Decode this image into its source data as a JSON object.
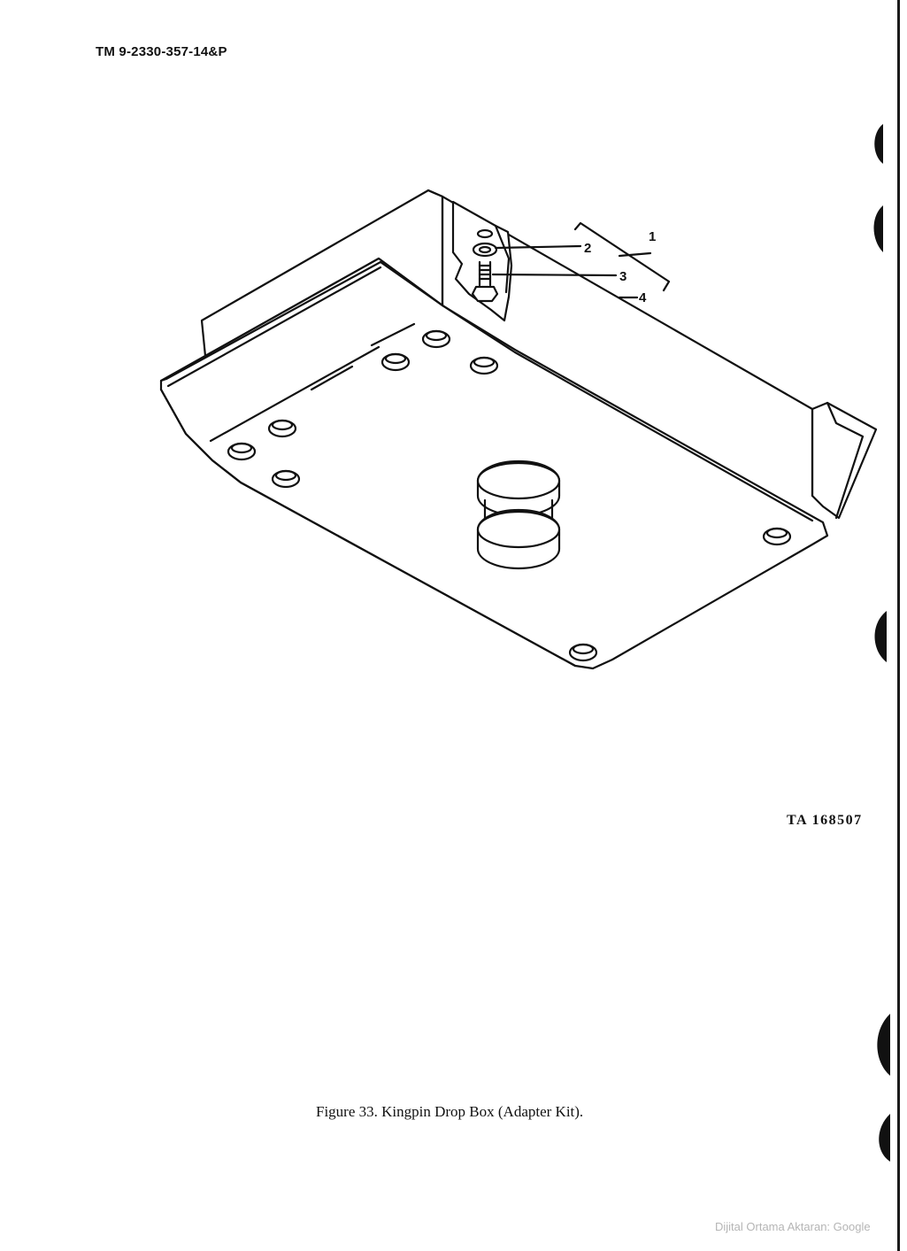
{
  "header": {
    "doc_id": "TM 9-2330-357-14&P"
  },
  "figure": {
    "caption": "Figure 33. Kingpin Drop Box (Adapter Kit).",
    "ta_number": "TA 168507",
    "callouts": [
      "1",
      "2",
      "3",
      "4"
    ]
  },
  "footer": {
    "watermark": "Dijital Ortama Aktaran: Google"
  },
  "icons": {
    "illustration": "kingpin-drop-box-illustration"
  }
}
